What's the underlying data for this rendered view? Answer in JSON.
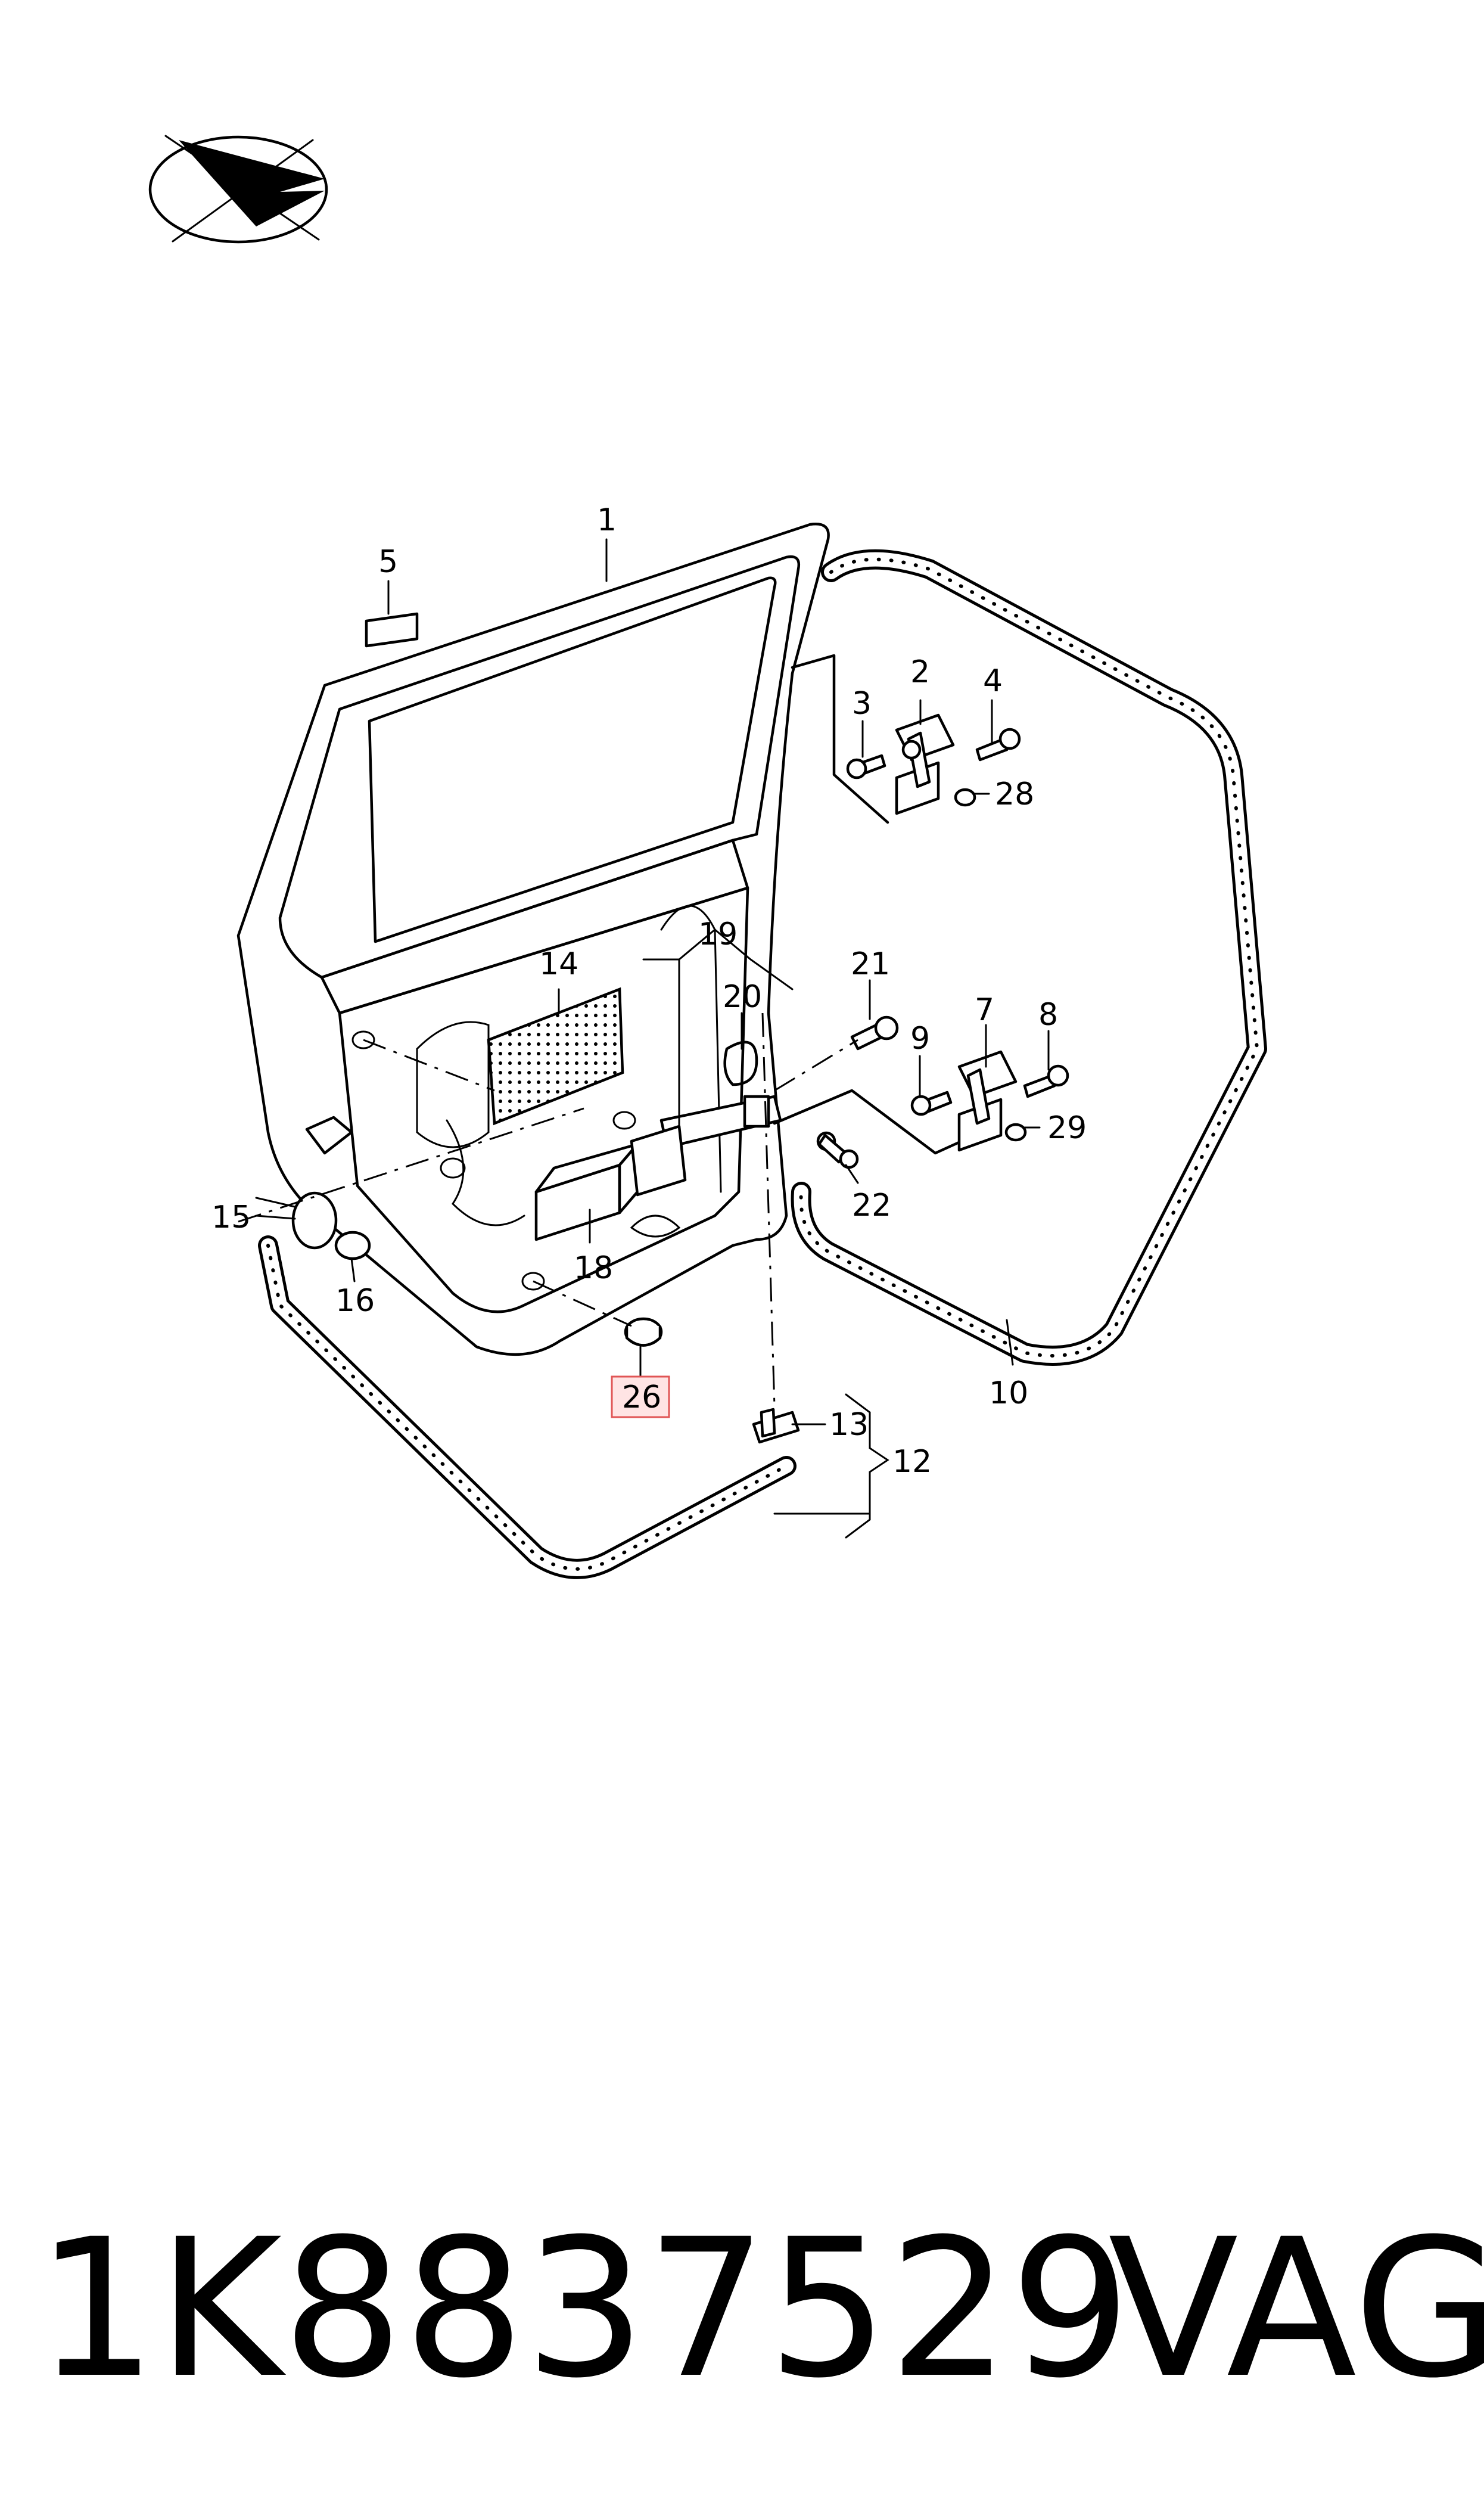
{
  "callouts": {
    "c1": "1",
    "c2": "2",
    "c3": "3",
    "c4": "4",
    "c5": "5",
    "c7": "7",
    "c8": "8",
    "c9": "9",
    "c10": "10",
    "c12": "12",
    "c13": "13",
    "c14": "14",
    "c15": "15",
    "c16": "16",
    "c18": "18",
    "c19": "19",
    "c20": "20",
    "c21": "21",
    "c22": "22",
    "c26": "26",
    "c28": "28",
    "c29": "29"
  },
  "highlighted_callout": "26",
  "footer": {
    "part_number": "1K8837529",
    "brand": "VAG"
  },
  "colors": {
    "highlight_fill": "#ffe4e4",
    "highlight_stroke": "#e05555"
  },
  "icons": {
    "orientation": "view-direction-arrow-icon"
  }
}
